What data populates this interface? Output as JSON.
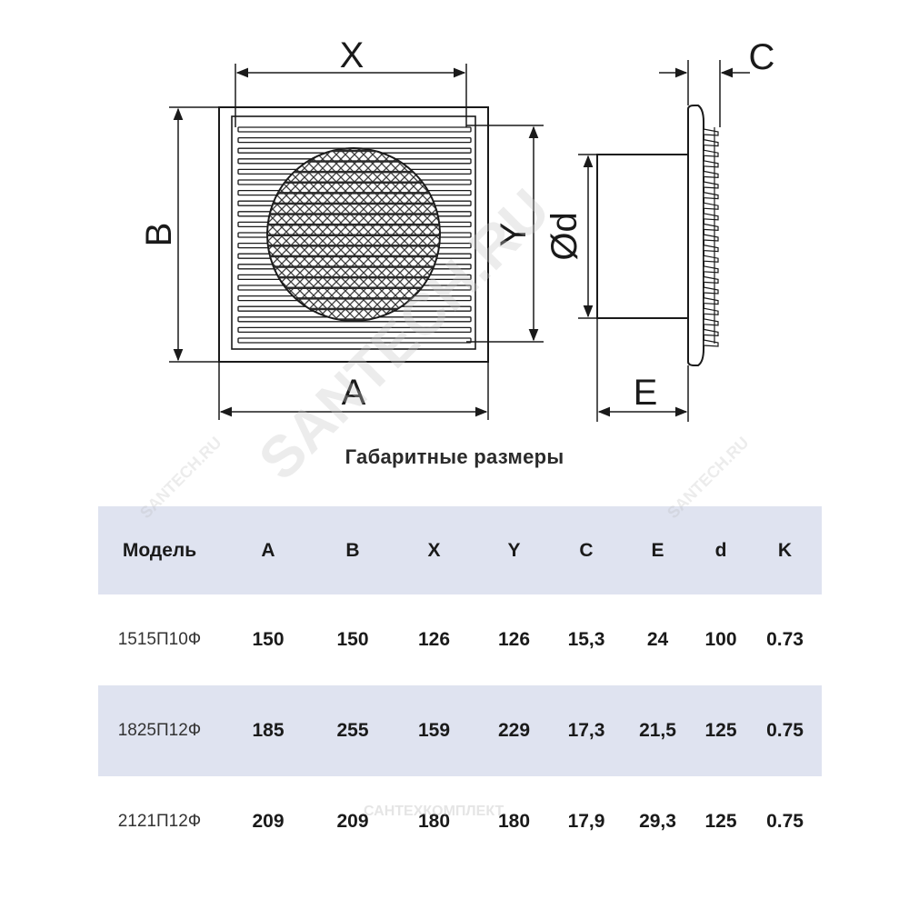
{
  "diagram": {
    "labels": {
      "x": "X",
      "b": "B",
      "y": "Y",
      "a": "A",
      "c": "C",
      "d": "Ød",
      "e": "E"
    }
  },
  "caption": "Габаритные размеры",
  "table": {
    "headers": [
      "Модель",
      "A",
      "B",
      "X",
      "Y",
      "C",
      "E",
      "d",
      "K"
    ],
    "rows": [
      [
        "1515П10Ф",
        "150",
        "150",
        "126",
        "126",
        "15,3",
        "24",
        "100",
        "0.73"
      ],
      [
        "1825П12Ф",
        "185",
        "255",
        "159",
        "229",
        "17,3",
        "21,5",
        "125",
        "0.75"
      ],
      [
        "2121П12Ф",
        "209",
        "209",
        "180",
        "180",
        "17,9",
        "29,3",
        "125",
        "0.75"
      ]
    ]
  },
  "watermarks": [
    "SANTECH.RU",
    "SANTECH.RU",
    "SANTECH.RU",
    "САНТЕХКОМПЛЕКТ"
  ],
  "colors": {
    "line": "#1a1a1a",
    "table_shade": "#dfe3f0",
    "watermark": "#c8c8c8"
  }
}
